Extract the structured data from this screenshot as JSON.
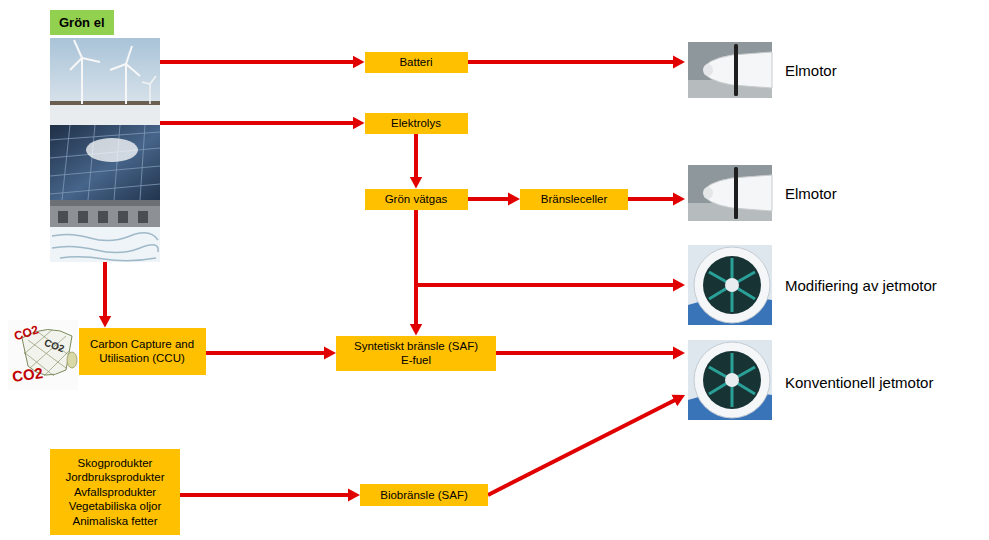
{
  "diagram": {
    "nodes": [
      {
        "text": [
          "Grön el"
        ]
      },
      {
        "text": [
          "Batteri"
        ]
      },
      {
        "text": [
          "Elmotor"
        ]
      },
      {
        "text": [
          "Elektrolys"
        ]
      },
      {
        "text": [
          "Grön vätgas"
        ]
      },
      {
        "text": [
          "Bränsleceller"
        ]
      },
      {
        "text": [
          "Elmotor"
        ]
      },
      {
        "text": [
          "Modifiering av jetmotor"
        ]
      },
      {
        "text": [
          "Carbon Capture and Utilisation (CCU)"
        ]
      },
      {
        "text": [
          "Syntetiskt bränsle (SAF)",
          "E-fuel"
        ]
      },
      {
        "text": [
          "Konventionell jetmotor"
        ]
      },
      {
        "text": [
          "Skogprodukter",
          "Jordbruksprodukter",
          "Avfallsprodukter",
          "Vegetabiliska oljor",
          "Animaliska fetter"
        ]
      },
      {
        "text": [
          "Biobränsle (SAF)"
        ]
      }
    ],
    "edges": [
      {
        "from": 0,
        "to": 1,
        "arrow": "to"
      },
      {
        "from": 1,
        "to": 2,
        "arrow": "to"
      },
      {
        "from": 0,
        "to": 3,
        "arrow": "to"
      },
      {
        "from": 3,
        "to": 4,
        "arrow": "to"
      },
      {
        "from": 4,
        "to": 5,
        "arrow": "to"
      },
      {
        "from": 5,
        "to": 6,
        "arrow": "to"
      },
      {
        "from": 4,
        "to": 7,
        "arrow": "to"
      },
      {
        "from": 4,
        "to": 9,
        "arrow": "to"
      },
      {
        "from": 0,
        "to": 8,
        "arrow": "to"
      },
      {
        "from": 8,
        "to": 9,
        "arrow": "to"
      },
      {
        "from": 9,
        "to": 10,
        "arrow": "to"
      },
      {
        "from": 11,
        "to": 12,
        "arrow": "to"
      },
      {
        "from": 12,
        "to": 10,
        "arrow": "to"
      }
    ],
    "labels": [
      "CO2",
      "CO2",
      "CO2"
    ]
  }
}
